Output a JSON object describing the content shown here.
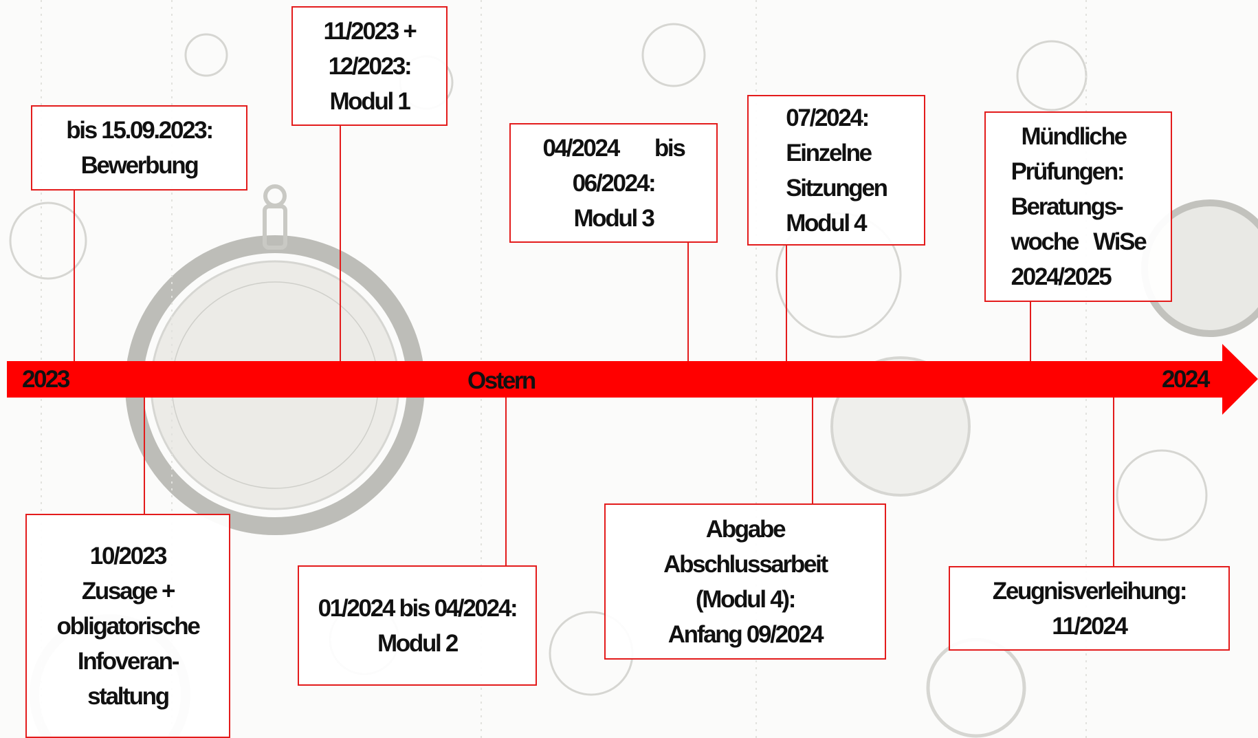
{
  "timeline": {
    "start_label": "2023",
    "middle_label": "Ostern",
    "end_label": "2024",
    "accent_color": "#e31b1b"
  },
  "events": {
    "bewerbung": "bis 15.09.2023:\nBewerbung",
    "modul1": "11/2023 +\n12/2023:\nModul 1",
    "modul3": "04/2024       bis\n06/2024:\nModul 3",
    "modul4_sitzungen": "07/2024:\nEinzelne\nSitzungen\nModul 4",
    "pruefungen": "  Mündliche\nPrüfungen:\nBeratungs-\nwoche   WiSe\n2024/2025",
    "zusage": "10/2023\nZusage +\nobligatorische\nInfoveran-\nstaltung",
    "modul2": "01/2024 bis 04/2024:\nModul 2",
    "abgabe": "Abgabe\nAbschlussarbeit\n(Modul 4):\nAnfang 09/2024",
    "zeugnis": "Zeugnisverleihung:\n11/2024"
  }
}
